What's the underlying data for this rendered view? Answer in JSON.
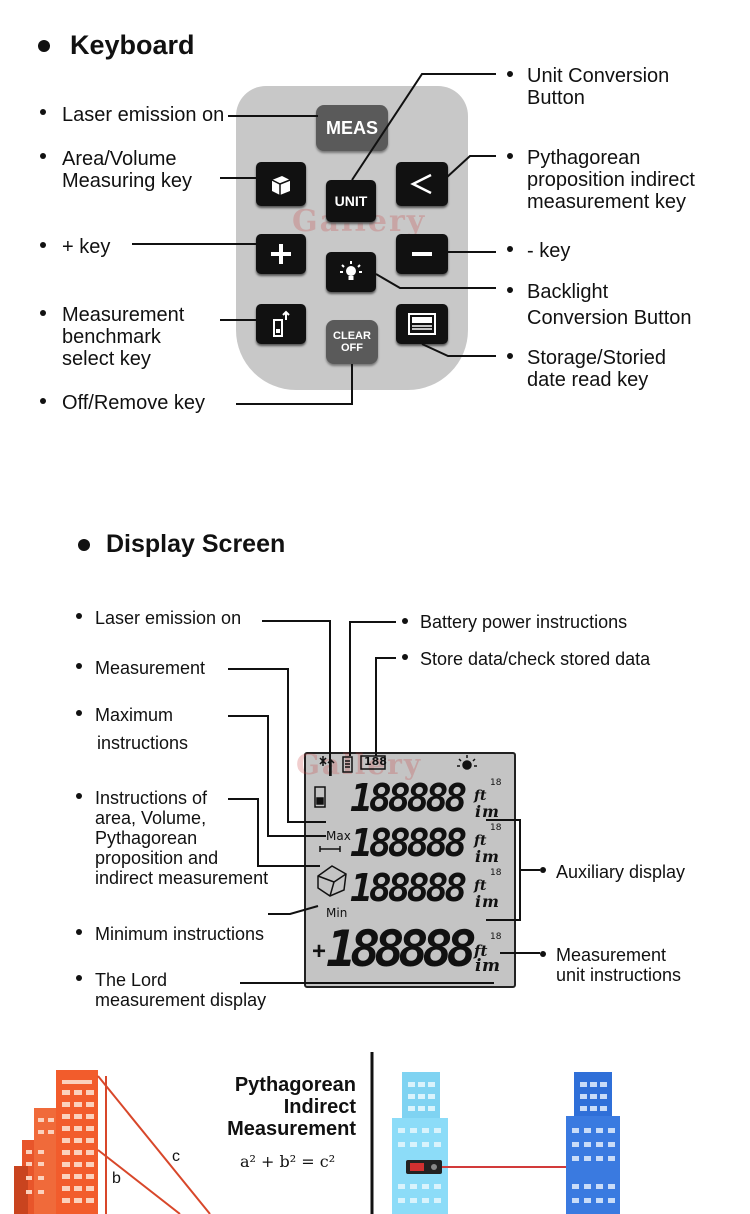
{
  "keyboard": {
    "heading": "Keyboard",
    "keys": {
      "meas": "MEAS",
      "unit": "UNIT",
      "clear_1": "CLEAR",
      "clear_2": "OFF"
    },
    "labels": {
      "laser": "Laser emission on",
      "area_volume": "Area/Volume\nMeasuring key",
      "plus": "+ key",
      "benchmark": "Measurement\nbenchmark\nselect key",
      "off": "Off/Remove key",
      "unit_conv": "Unit Conversion\nButton",
      "pythagorean": "Pythagorean\nproposition indirect\nmeasurement key",
      "minus": "- key",
      "backlight_1": "Backlight",
      "backlight_2": "Conversion Button",
      "storage": "Storage/Storied\ndate read key"
    },
    "watermark": "Gallery"
  },
  "display": {
    "heading": "Display Screen",
    "labels": {
      "laser": "Laser emission on",
      "measurement": "Measurement",
      "maximum": "Maximum",
      "instructions": "instructions",
      "area": "Instructions of\narea, Volume,\nPythagorean\nproposition and\nindirect measurement",
      "minimum": "Minimum instructions",
      "lord": "The Lord\nmeasurement display",
      "battery": "Battery power instructions",
      "store": "Store data/check stored data",
      "auxiliary": "Auxiliary display",
      "unit_instr": "Measurement\nunit instructions"
    },
    "lcd": {
      "counter": "188",
      "digits": "188888",
      "max": "Max",
      "min": "Min",
      "plus": "+",
      "unit_ft": "ft",
      "unit_m": "m",
      "unit_i": "i",
      "frac": "18"
    },
    "watermark": "Gallery"
  },
  "pythagorean": {
    "title_1": "Pythagorean",
    "title_2": "Indirect",
    "title_3": "Measurement",
    "formula": "a² + b² = c²",
    "side_b": "b",
    "side_c": "c"
  }
}
